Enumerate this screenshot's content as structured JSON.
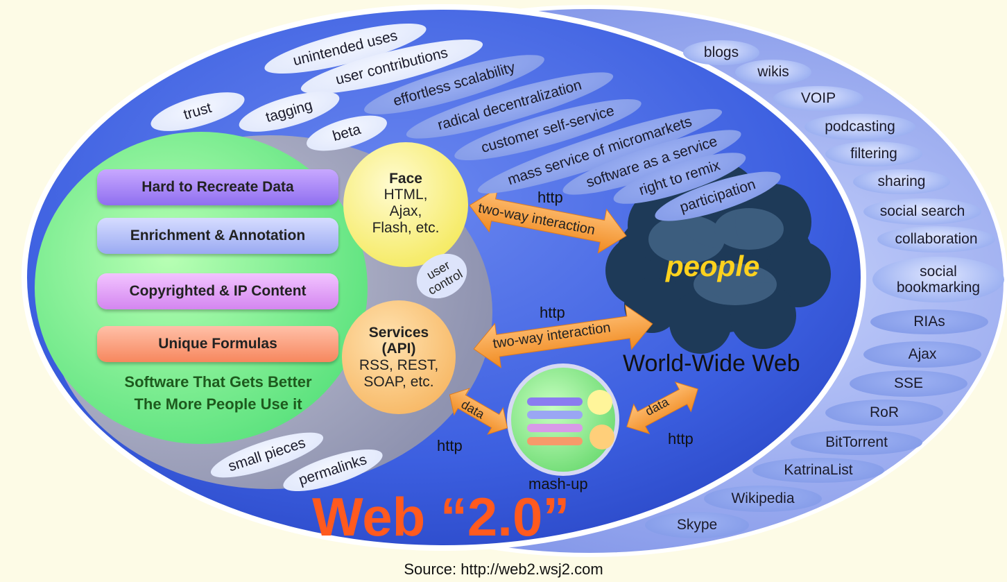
{
  "core_features": [
    "Hard to Recreate Data",
    "Enrichment & Annotation",
    "Copyrighted & IP Content",
    "Unique Formulas"
  ],
  "core_slogan_line1": "Software That Gets Better",
  "core_slogan_line2": "The More People Use it",
  "face": {
    "title": "Face",
    "line1": "HTML,",
    "line2": "Ajax,",
    "line3": "Flash, etc."
  },
  "services": {
    "title": "Services",
    "line1": "(API)",
    "line2": "RSS, REST,",
    "line3": "SOAP, etc."
  },
  "user_control": {
    "line1": "user",
    "line2": "control"
  },
  "protocol": "http",
  "interaction": "two-way interaction",
  "data_label": "data",
  "people": "people",
  "www": "World-Wide Web",
  "mashup": "mash-up",
  "title": "Web “2.0”",
  "source": "Source: http://web2.wsj2.com",
  "diagonal_tags": [
    "unintended uses",
    "user contributions",
    "effortless scalability",
    "radical decentralization",
    "customer self-service",
    "mass service of micromarkets",
    "software as a service",
    "right to remix",
    "participation"
  ],
  "small_tags": [
    "trust",
    "tagging",
    "beta",
    "small pieces",
    "permalinks"
  ],
  "ring_tags": [
    "blogs",
    "wikis",
    "VOIP",
    "podcasting",
    "filtering",
    "sharing",
    "social search",
    "collaboration",
    "social bookmarking",
    "RIAs",
    "Ajax",
    "SSE",
    "RoR",
    "BitTorrent",
    "KatrinaList",
    "Wikipedia",
    "Skype"
  ],
  "colors": {
    "outer": "#3c5fe0",
    "ring": "#8ea4ee",
    "core": "#7ef08a",
    "people": "#ffd21e",
    "title": "#ff5a1e",
    "face": "#fff6a0",
    "services": "#ffc060",
    "arrow": "#ff9d3a"
  }
}
